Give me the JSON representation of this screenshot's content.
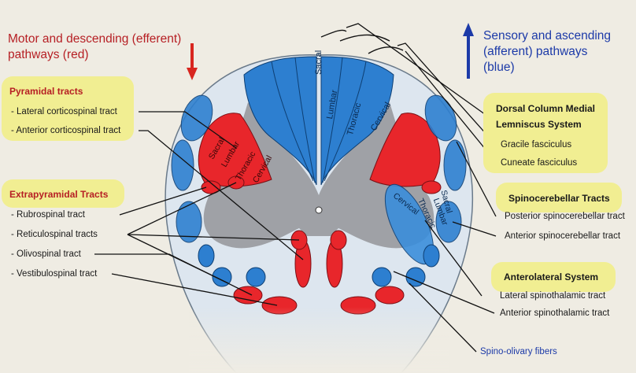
{
  "headers": {
    "motor_line1": "Motor and descending (efferent)",
    "motor_line2": "pathways   (red)",
    "sensory_line1": "Sensory and ascending",
    "sensory_line2": "(afferent) pathways",
    "sensory_line3": "(blue)"
  },
  "left_groups": {
    "pyramidal": {
      "title": "Pyramidal tracts",
      "items": [
        "- Lateral corticospinal tract",
        "- Anterior corticospinal tract"
      ]
    },
    "extrapyramidal": {
      "title": "Extrapyramidal Tracts",
      "items": [
        "- Rubrospinal tract",
        "- Reticulospinal tracts",
        "- Olivospinal tract",
        "- Vestibulospinal tract"
      ]
    }
  },
  "right_groups": {
    "dorsal": {
      "title_line1": "Dorsal Column Medial",
      "title_line2": "Lemniscus System",
      "items": [
        "Gracile fasciculus",
        "Cuneate fasciculus"
      ]
    },
    "spinocerebellar": {
      "title": "Spinocerebellar Tracts",
      "items": [
        "Posterior spinocerebellar tract",
        "Anterior spinocerebellar tract"
      ]
    },
    "anterolateral": {
      "title": "Anterolateral System",
      "items": [
        "Lateral spinothalamic tract",
        "Anterior spinothalamic tract"
      ]
    },
    "spino_olivary": "Spino-olivary fibers"
  },
  "segment_labels": {
    "dorsal": [
      "Sacral",
      "Lumbar",
      "Thoracic",
      "Cervical"
    ],
    "lateral_cst": [
      "Sacral",
      "Lumbar",
      "Thoracic",
      "Cervical"
    ],
    "spinothalamic": [
      "Cervical",
      "Thoracic",
      "Lumbar",
      "Sacral"
    ]
  },
  "colors": {
    "background": "#efece3",
    "highlight_box": "#f1ee92",
    "motor_red": "#e8262b",
    "sensory_blue": "#2d7fd0",
    "white_matter": "#dde6ef",
    "gray_matter": "#8a8a8d",
    "header_red": "#b61f24",
    "header_blue": "#1c3aa8"
  }
}
